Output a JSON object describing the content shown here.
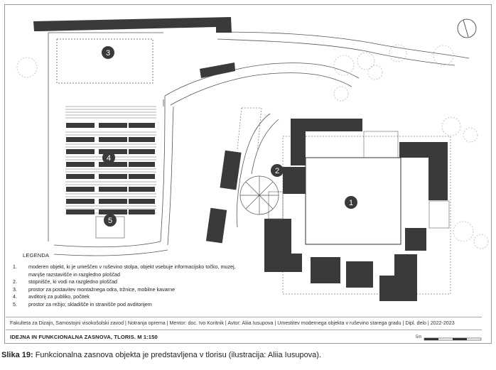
{
  "legend": {
    "title": "LEGENDA",
    "items": [
      {
        "num": "1.",
        "text": "moderen objekt, ki je umeščen v ruševino stolpa, objekt vsebuje informacijsko točko, muzej, manjše razstavišče in razgledno ploščad"
      },
      {
        "num": "2.",
        "text": "stopnišče, ki vodi na razgledno ploščad"
      },
      {
        "num": "3.",
        "text": "prostor za postavitev montažnega odra, tržnice, mobilne kavarne"
      },
      {
        "num": "4.",
        "text": "avditorij za publiko, počitek"
      },
      {
        "num": "5.",
        "text": "prostor za režijo; skladišče in stranišče pod avditorijem"
      }
    ]
  },
  "markers": [
    "1",
    "2",
    "3",
    "4",
    "5"
  ],
  "credits": "Fakulteta za Dizajn, Samostojni visokošolski zavod | Notranja oprema | Mentor: doc. Ivo Koritnik | Avtor: Aliia Iusupova | Umestitev modernega objekta v ruševino starega gradu | Dipl. delo | 2022-2023",
  "plan_title": "IDEJNA IN FUNKCIONALNA ZASNOVA, TLORIS. M 1:150",
  "scale_label": "5m",
  "caption": {
    "label": "Slika 19:",
    "text": " Funkcionalna zasnova objekta je predstavljena v tlorisu (ilustracija: Aliia Iusupova)."
  },
  "colors": {
    "building": "#3a3a3a",
    "paving": "#6b6b6b",
    "frame": "#9a9a9a"
  },
  "icons": [
    "north-arrow-icon",
    "tree-icon"
  ]
}
